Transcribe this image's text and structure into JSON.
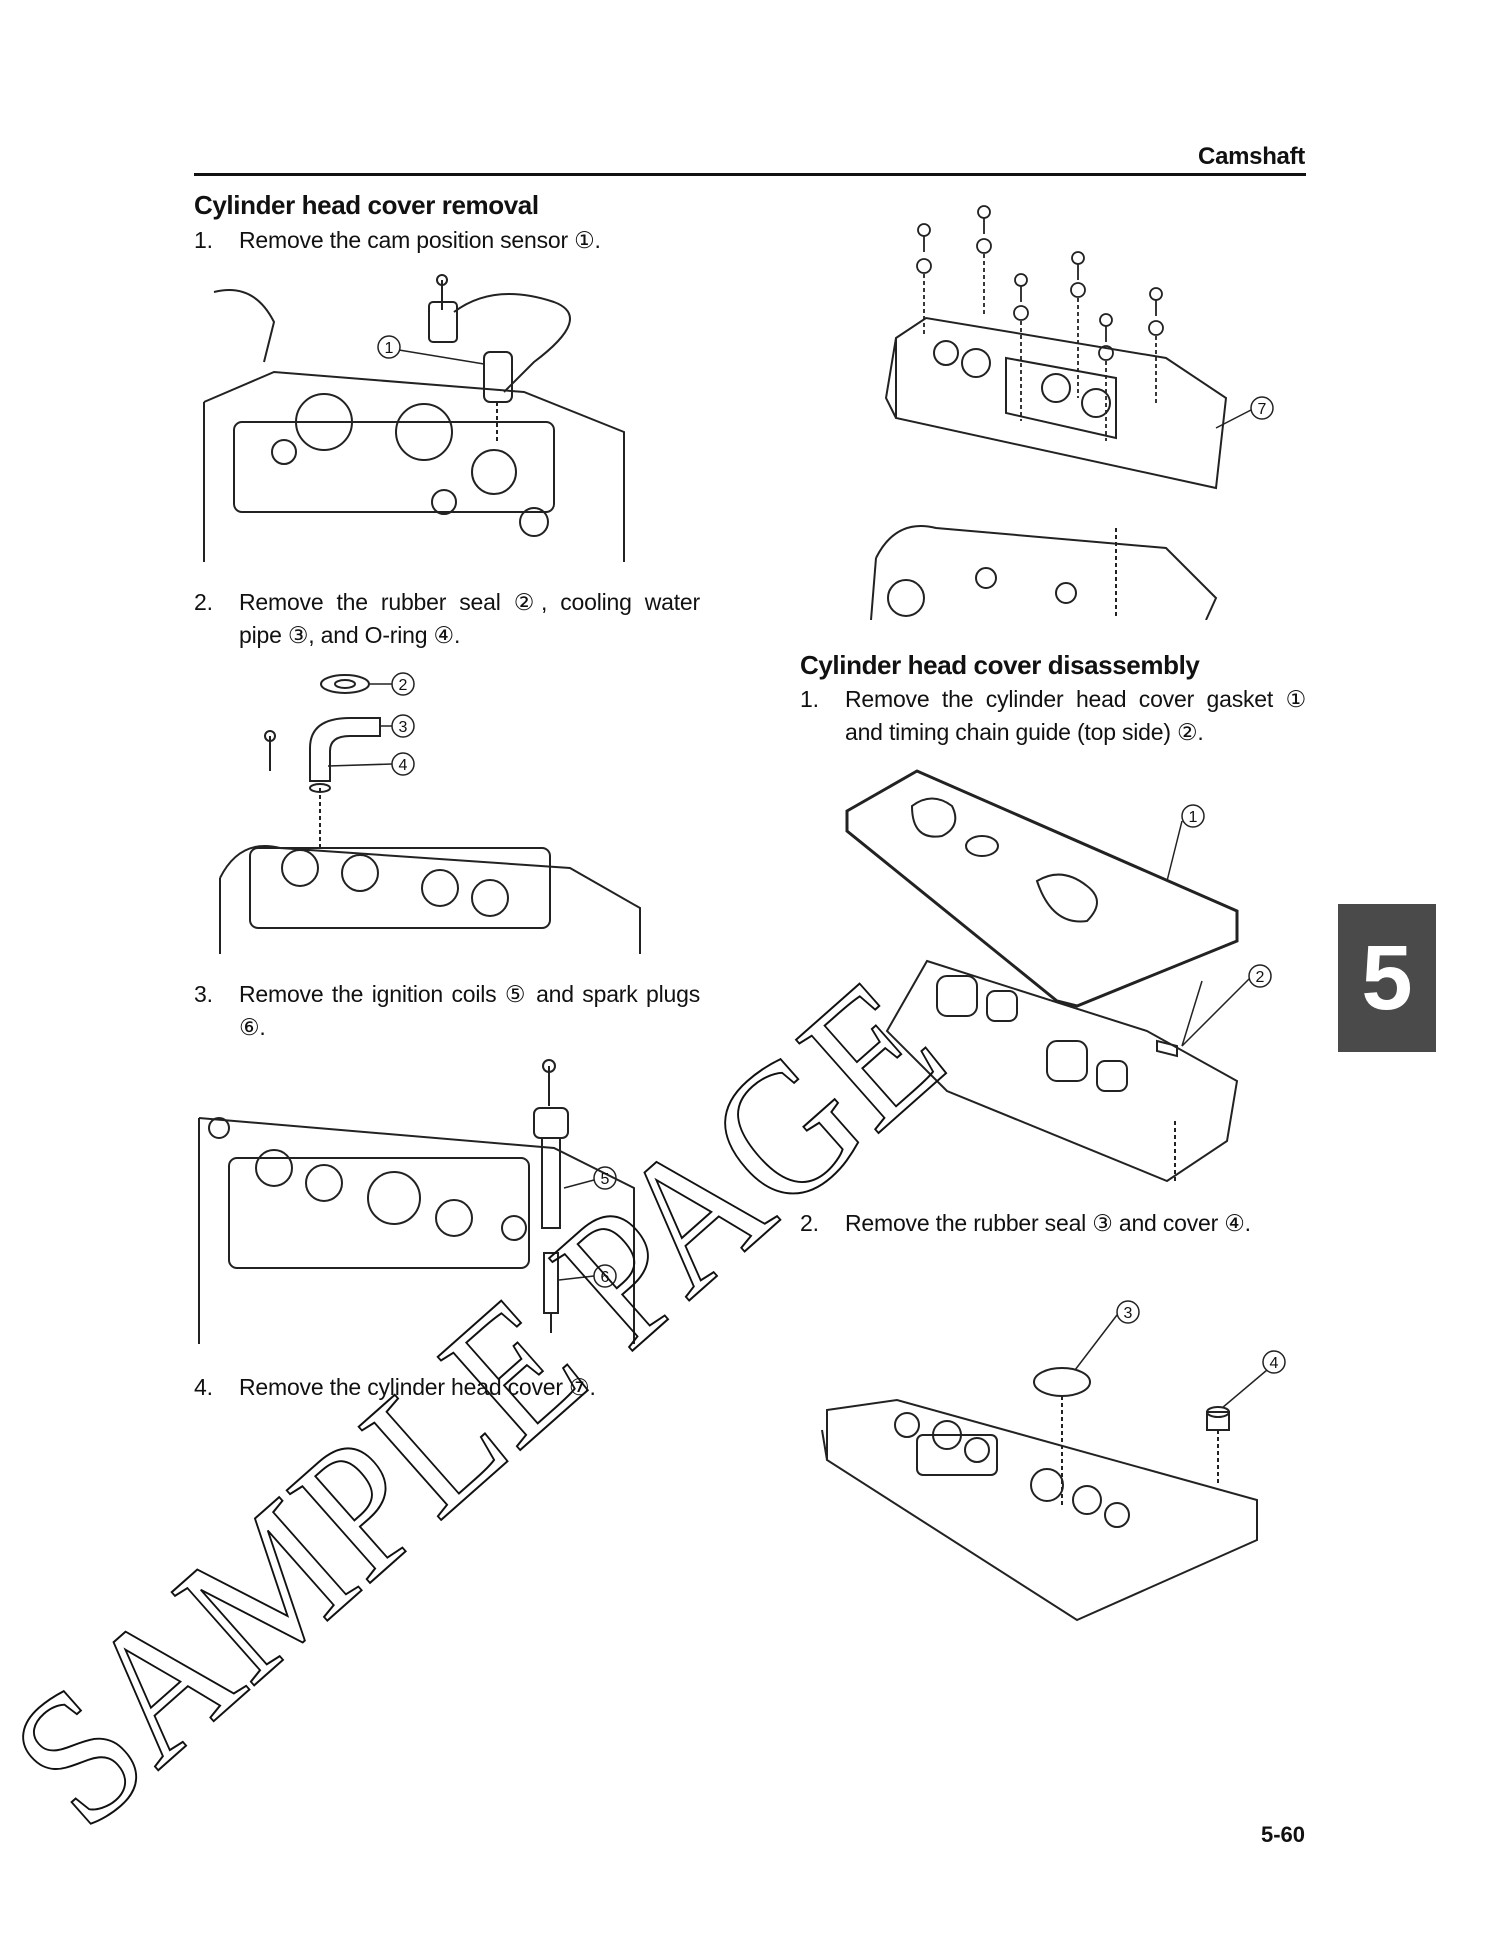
{
  "header": {
    "section": "Camshaft"
  },
  "left": {
    "heading": "Cylinder head cover removal",
    "steps": [
      {
        "num": "1.",
        "text": "Remove the cam position sensor ①."
      },
      {
        "num": "2.",
        "text": "Remove the rubber seal ②, cooling water pipe ③, and O-ring ④."
      },
      {
        "num": "3.",
        "text": "Remove the ignition coils ⑤ and spark plugs ⑥."
      },
      {
        "num": "4.",
        "text": "Remove the cylinder head cover ⑦."
      }
    ],
    "figures": [
      {
        "callouts": [
          "1"
        ]
      },
      {
        "callouts": [
          "2",
          "3",
          "4"
        ]
      },
      {
        "callouts": [
          "5",
          "6"
        ]
      }
    ]
  },
  "right": {
    "top_figure": {
      "callouts": [
        "7"
      ]
    },
    "heading": "Cylinder head cover disassembly",
    "steps": [
      {
        "num": "1.",
        "text": "Remove the cylinder head cover gasket ① and timing chain guide (top side) ②."
      },
      {
        "num": "2.",
        "text": "Remove the rubber seal ③ and cover ④."
      }
    ],
    "figures": [
      {
        "callouts": [
          "1",
          "2"
        ]
      },
      {
        "callouts": [
          "3",
          "4"
        ]
      }
    ]
  },
  "chapter_tab": "5",
  "page_number": "5-60",
  "watermark": "SAMPLE PAGE",
  "colors": {
    "tab": "#4a4a4a",
    "text": "#111111"
  }
}
